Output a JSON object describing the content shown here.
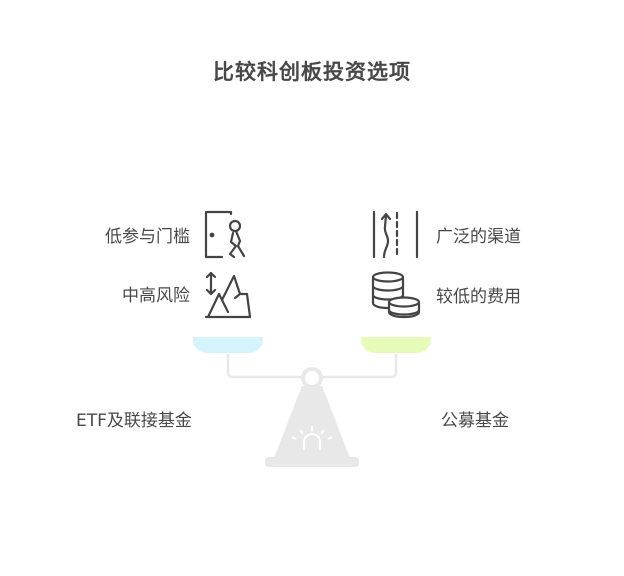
{
  "title": "比较科创板投资选项",
  "left": {
    "name": "ETF及联接基金",
    "color": "#d4f3fb",
    "features": [
      {
        "label": "低参与门槛",
        "icon": "door-person-icon"
      },
      {
        "label": "中高风险",
        "icon": "mountain-risk-icon"
      }
    ]
  },
  "right": {
    "name": "公募基金",
    "color": "#e6fbb8",
    "features": [
      {
        "label": "广泛的渠道",
        "icon": "road-channels-icon"
      },
      {
        "label": "较低的费用",
        "icon": "coins-icon"
      }
    ]
  }
}
